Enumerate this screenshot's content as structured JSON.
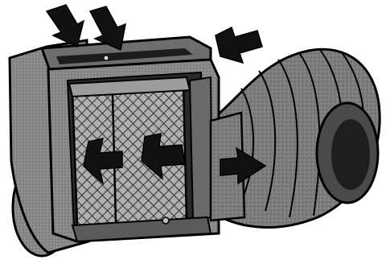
{
  "figure": {
    "subject": "air-filter-unit-with-duct",
    "colors": {
      "background": "#ffffff",
      "outline": "#000000",
      "housing": "#8a8a8a",
      "housing_dark": "#5e5e5e",
      "filter_mesh": "#9a9a9a",
      "duct": "#7d7d7d",
      "duct_dark": "#555555",
      "arrow": "#111111"
    },
    "icons": [
      "airflow-arrow",
      "filter-mesh",
      "flexible-duct",
      "wheel"
    ]
  }
}
